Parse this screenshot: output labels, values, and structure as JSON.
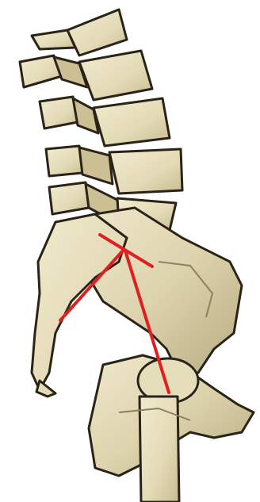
{
  "image": {
    "subject": "lumbar-spine-and-pelvis-3d-render",
    "palette": {
      "background": "#ffffff",
      "bone": "#e9e2c2",
      "bone_shadow": "#b9ae86",
      "bone_dark": "#7d7352",
      "outline": "#2a2418",
      "measure_line": "#e02020"
    },
    "vertebra_count": 5,
    "measurement_lines": 3
  }
}
